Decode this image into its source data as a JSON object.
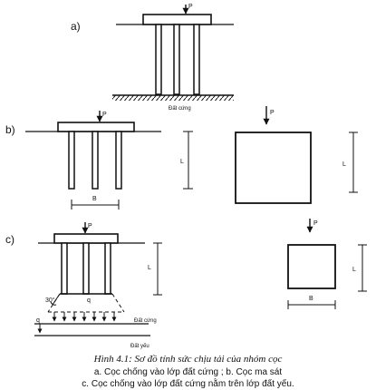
{
  "panels": {
    "a": {
      "label": "a)",
      "load": "P",
      "soil": "Đất cứng"
    },
    "b": {
      "label": "b)",
      "load_left": "P",
      "length_left": "L",
      "width_left": "B",
      "load_right": "P",
      "length_right": "L"
    },
    "c": {
      "label": "c)",
      "load_left": "P",
      "length_left": "L",
      "angle": "30°",
      "q_mid": "q",
      "q_left": "q",
      "soil_hard": "Đất cứng",
      "soil_weak": "Đất yếu",
      "load_right": "P",
      "length_right": "L",
      "width_right": "B"
    }
  },
  "caption": {
    "title": "Hình 4.1: Sơ đồ tính sức chịu tải của nhóm cọc",
    "line1": "a. Cọc chống vào lớp đất cứng ; b. Cọc ma sát",
    "line2": "c. Cọc chống vào lớp đất cứng nằm trên lớp đất yếu."
  }
}
